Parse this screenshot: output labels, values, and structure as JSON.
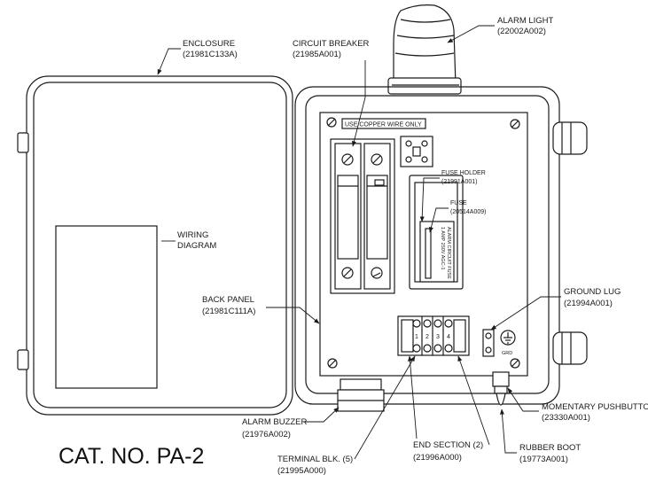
{
  "catalog_number": "CAT. NO. PA-2",
  "panel_notice": "USE COPPER WIRE ONLY",
  "wiring_diagram": [
    "WIRING",
    "DIAGRAM"
  ],
  "ground_marking": "GRD",
  "terminal_numbers": [
    "1",
    "2",
    "3",
    "4"
  ],
  "fuse_marking": [
    "1 AMP 250V AGC-1",
    "ALARM CIRCUIT FUSE"
  ],
  "callouts": {
    "enclosure": {
      "name": "ENCLOSURE",
      "part": "(21981C133A)"
    },
    "circuit_breaker": {
      "name": "CIRCUIT BREAKER",
      "part": "(21985A001)"
    },
    "alarm_light": {
      "name": "ALARM LIGHT",
      "part": "(22002A002)"
    },
    "fuse_holder": {
      "name": "FUSE HOLDER",
      "part": "(21991A001)"
    },
    "fuse": {
      "name": "FUSE",
      "part": "(20514A009)"
    },
    "back_panel": {
      "name": "BACK PANEL",
      "part": "(21981C111A)"
    },
    "ground_lug": {
      "name": "GROUND LUG",
      "part": "(21994A001)"
    },
    "momentary_pushbutton": {
      "name": "MOMENTARY PUSHBUTTON",
      "part": "(23330A001)"
    },
    "alarm_buzzer": {
      "name": "ALARM BUZZER",
      "part": "(21976A002)"
    },
    "end_section": {
      "name": "END SECTION (2)",
      "part": "(21996A000)"
    },
    "rubber_boot": {
      "name": "RUBBER BOOT",
      "part": "(19773A001)"
    },
    "terminal_block": {
      "name": "TERMINAL BLK. (5)",
      "part": "(21995A000)"
    }
  }
}
